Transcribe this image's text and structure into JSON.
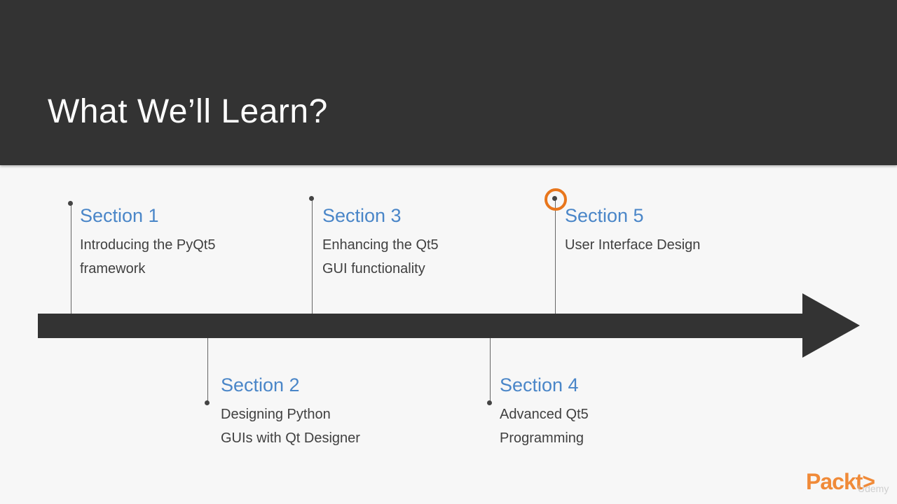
{
  "title": "What We’ll Learn?",
  "sections": [
    {
      "heading": "Section 1",
      "lines": [
        "Introducing the PyQt5",
        "framework"
      ]
    },
    {
      "heading": "Section 2",
      "lines": [
        "Designing Python",
        "GUIs with Qt Designer"
      ]
    },
    {
      "heading": "Section 3",
      "lines": [
        "Enhancing the Qt5",
        "GUI functionality"
      ]
    },
    {
      "heading": "Section 4",
      "lines": [
        "Advanced Qt5",
        "Programming"
      ]
    },
    {
      "heading": "Section 5",
      "lines": [
        "User Interface Design"
      ]
    }
  ],
  "branding": {
    "logo_text": "Packt>",
    "watermark_text": "Udemy"
  },
  "colors": {
    "header_bg": "#333333",
    "section_heading": "#4a86c8",
    "cursor_ring": "#e8761c",
    "logo": "#f08a38"
  }
}
